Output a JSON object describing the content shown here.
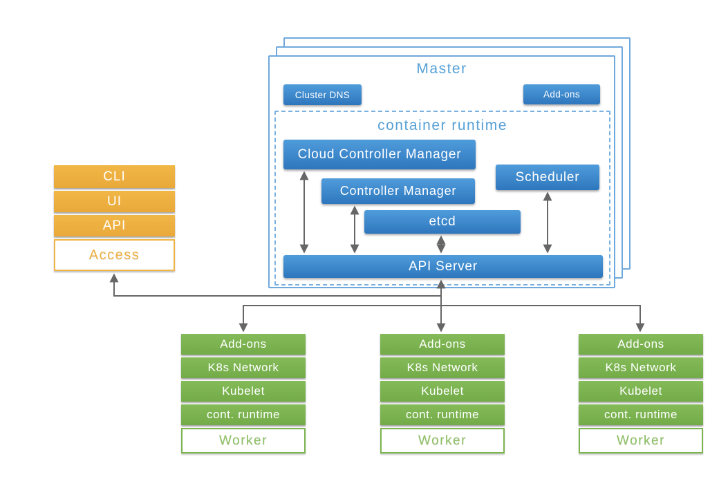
{
  "colors": {
    "blue_gradient_top": "#4f9cdb",
    "blue_gradient_bottom": "#2e76bd",
    "master_border": "#6fa8dc",
    "dashed_border": "#7ab1e0",
    "blue_heading_text": "#56a0d6",
    "orange": "#eeb041",
    "green": "#7cb451",
    "connector_gray": "#666666"
  },
  "master": {
    "title": "Master",
    "cluster_dns_label": "Cluster DNS",
    "addons_label": "Add-ons",
    "container_runtime_title": "container runtime",
    "components": {
      "cloud_controller_manager": "Cloud Controller Manager",
      "controller_manager": "Controller Manager",
      "scheduler": "Scheduler",
      "etcd": "etcd",
      "api_server": "API Server"
    }
  },
  "access_stack": {
    "rows": [
      {
        "label": "CLI"
      },
      {
        "label": "UI"
      },
      {
        "label": "API"
      }
    ],
    "footer_label": "Access"
  },
  "workers": [
    {
      "rows": [
        {
          "label": "Add-ons"
        },
        {
          "label": "K8s Network"
        },
        {
          "label": "Kubelet"
        },
        {
          "label": "cont. runtime"
        }
      ],
      "footer_label": "Worker"
    },
    {
      "rows": [
        {
          "label": "Add-ons"
        },
        {
          "label": "K8s Network"
        },
        {
          "label": "Kubelet"
        },
        {
          "label": "cont. runtime"
        }
      ],
      "footer_label": "Worker"
    },
    {
      "rows": [
        {
          "label": "Add-ons"
        },
        {
          "label": "K8s Network"
        },
        {
          "label": "Kubelet"
        },
        {
          "label": "cont. runtime"
        }
      ],
      "footer_label": "Worker"
    }
  ]
}
